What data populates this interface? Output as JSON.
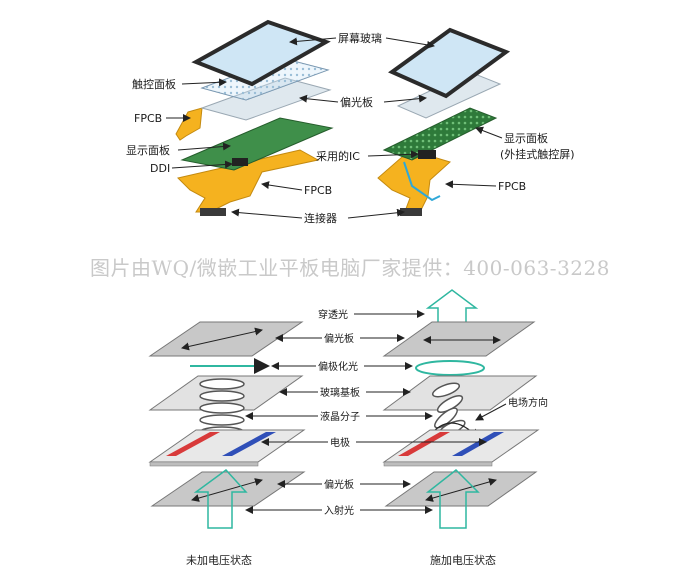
{
  "top_figure": {
    "labels": {
      "screen_glass": "屏幕玻璃",
      "touch_panel": "触控面板",
      "polarizer": "偏光板",
      "fpcb_left": "FPCB",
      "display_panel_left": "显示面板",
      "ddi": "DDI",
      "ic_used": "采用的IC",
      "display_panel_right": "显示面板",
      "display_panel_right_note": "(外挂式触控屏)",
      "fpcb_center": "FPCB",
      "fpcb_right": "FPCB",
      "connector": "连接器"
    }
  },
  "watermark": "图片由WQ/微嵌工业平板电脑厂家提供：400-063-3228",
  "bottom_figure": {
    "labels": {
      "transmitted_light": "穿透光",
      "polarizer_top": "偏光板",
      "polarized_light": "偏极化光",
      "glass_substrate": "玻璃基板",
      "liquid_crystal": "液晶分子",
      "electrode": "电极",
      "field_direction": "电场方向",
      "polarizer_bottom": "偏光板",
      "incident_light": "入射光"
    },
    "captions": {
      "left": "未加电压状态",
      "right": "施加电压状态"
    }
  },
  "colors": {
    "glass_blue": "#cfe6f5",
    "frame_dark": "#2b2b2b",
    "pcb_green": "#3f8f4a",
    "flex_yellow": "#f5b21f",
    "plate_gray": "#c8c8c8",
    "electrode_red": "#d83a3a",
    "electrode_blue": "#2f4fb8",
    "light_teal": "#2fb7a0"
  }
}
